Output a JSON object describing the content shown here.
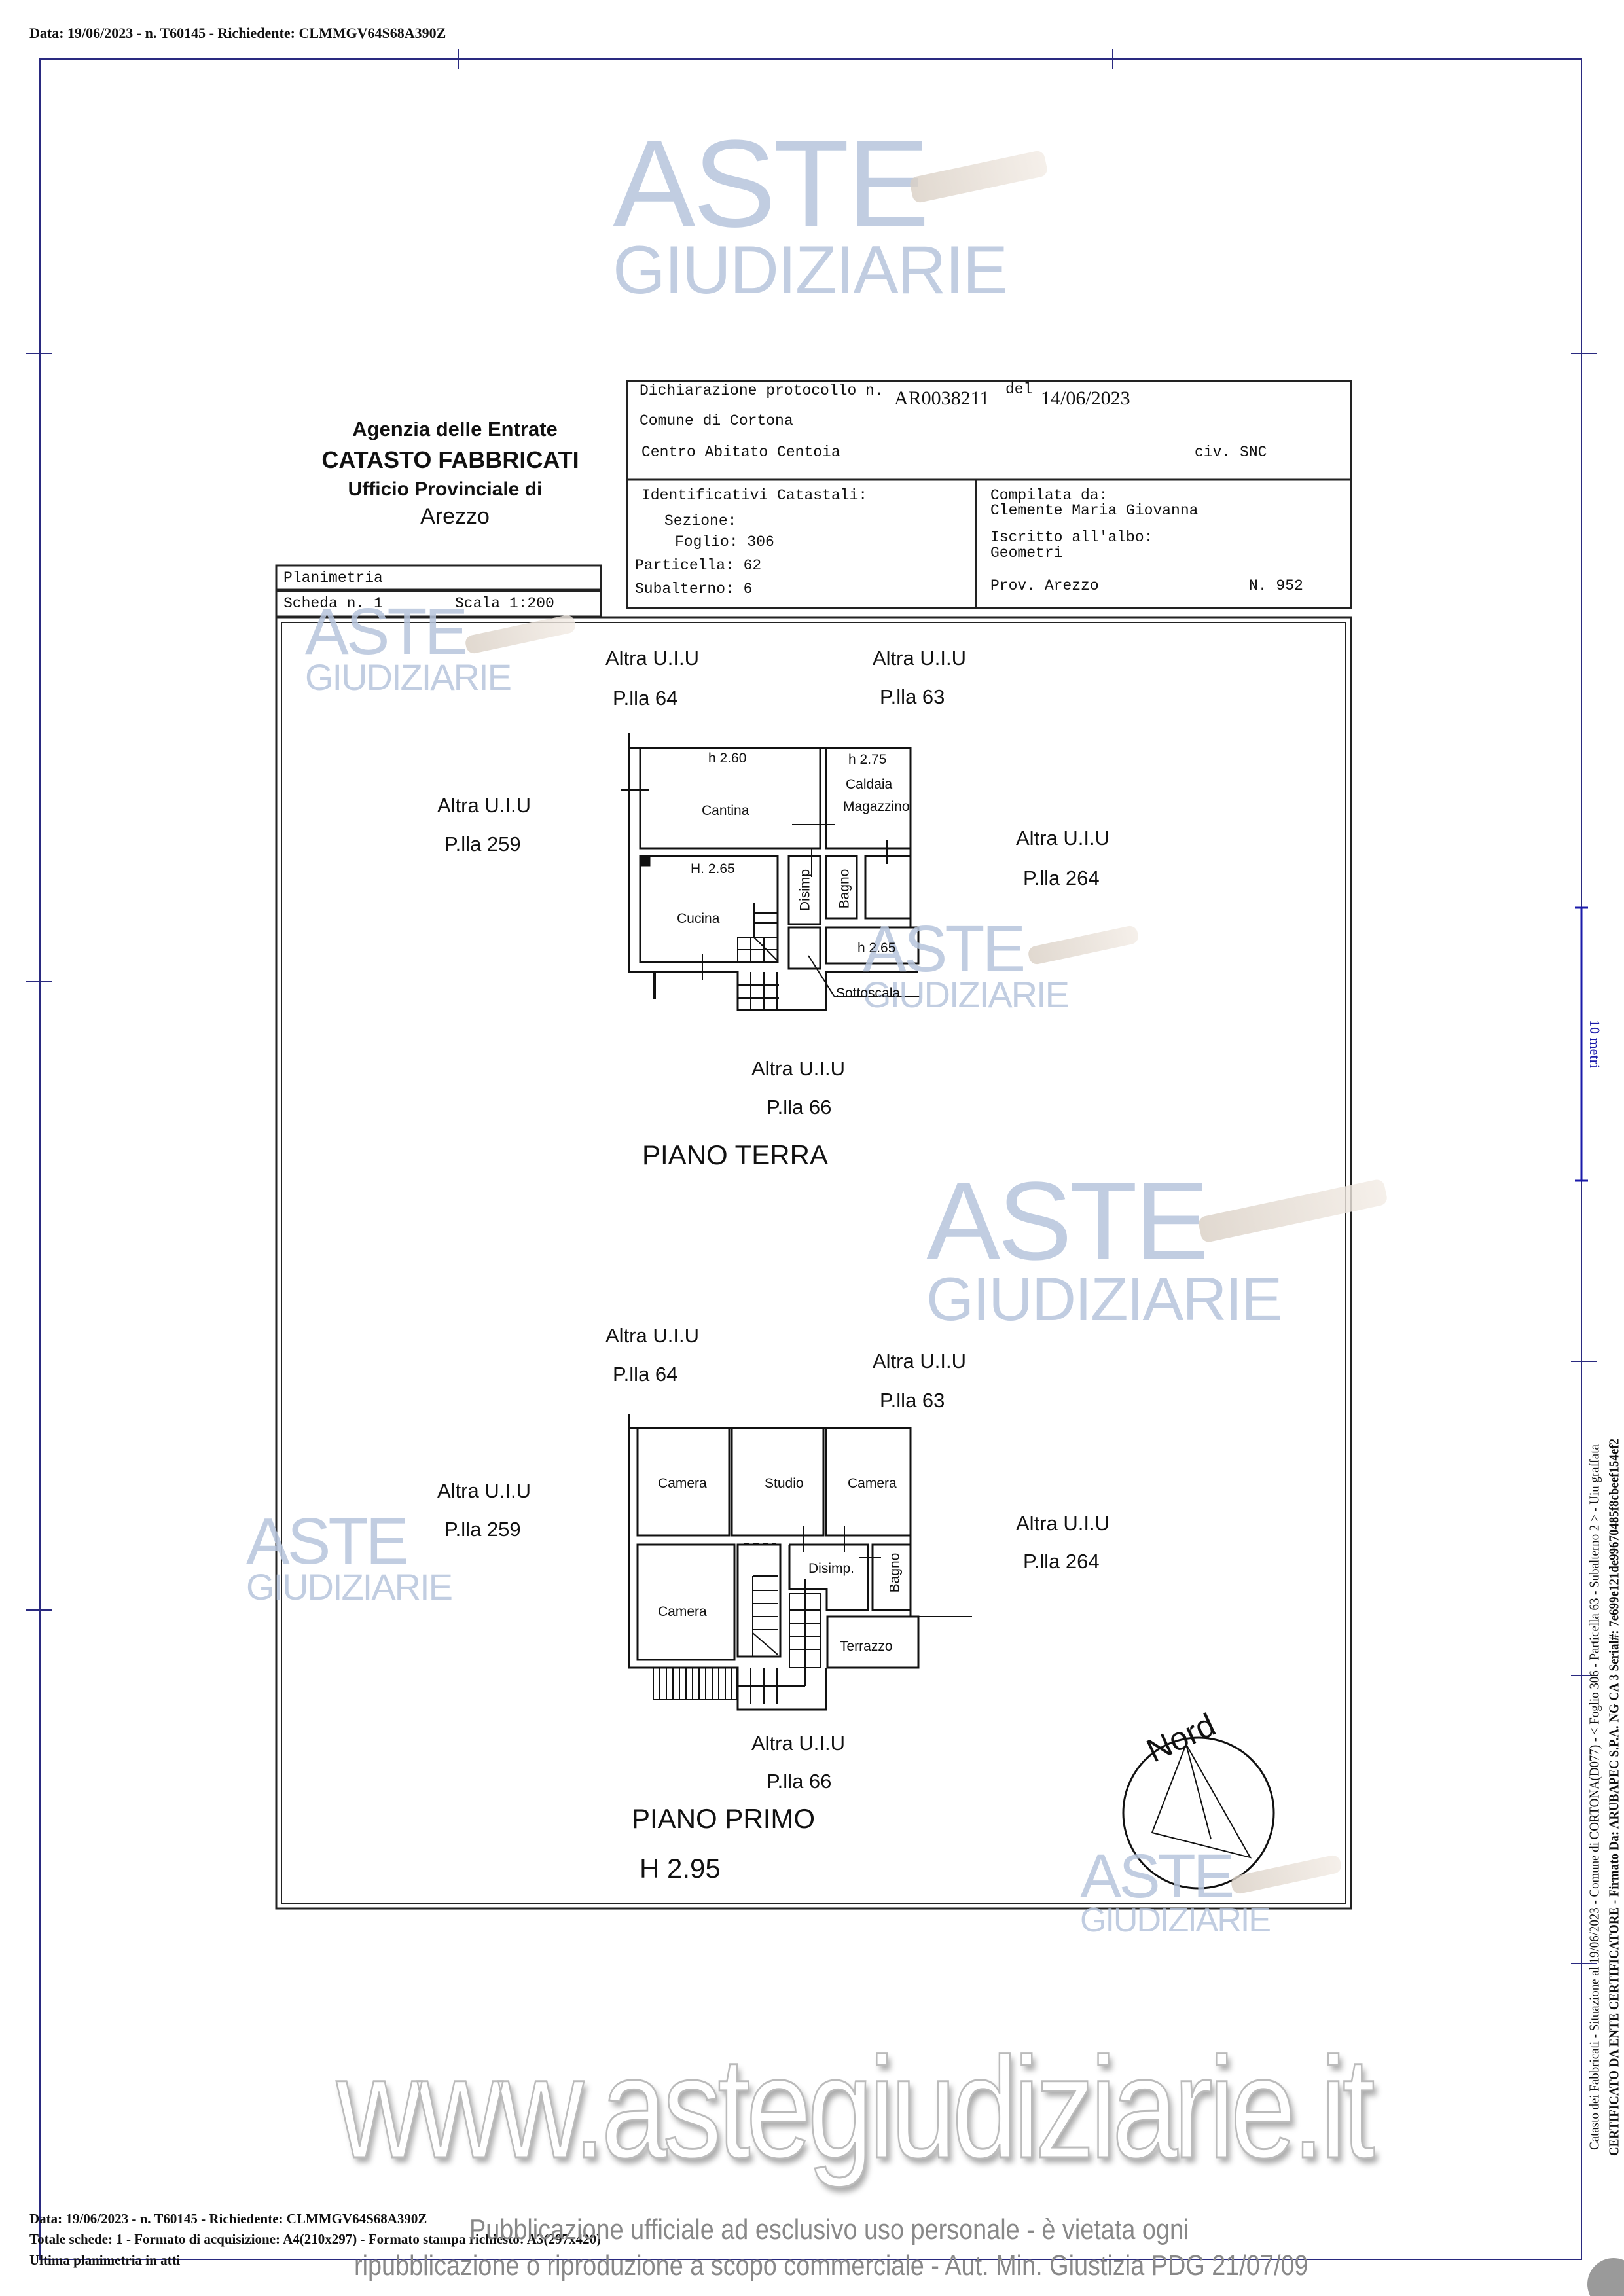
{
  "header_line": "Data: 19/06/2023 - n. T60145 - Richiedente: CLMMGV64S68A390Z",
  "watermark": {
    "aste": "ASTE",
    "giudiziarie": "GIUDIZIARIE",
    "website": "www.astegiudiziarie.it"
  },
  "agency": {
    "name": "Agenzia delle Entrate",
    "dept": "CATASTO FABBRICATI",
    "office": "Ufficio Provinciale di",
    "city": "Arezzo"
  },
  "declaration": {
    "protocol_label": "Dichiarazione protocollo n.",
    "protocol": "AR0038211",
    "del_label": "del",
    "date": "14/06/2023",
    "comune": "Comune di Cortona",
    "address": "Centro Abitato Centoia",
    "civ": "civ. SNC"
  },
  "identifiers": {
    "title": "Identificativi Catastali:",
    "sezione": "Sezione:",
    "foglio": "Foglio: 306",
    "particella": "Particella: 62",
    "subalterno": "Subalterno: 6"
  },
  "compiler": {
    "label": "Compilata da:",
    "name": "Clemente Maria Giovanna",
    "albo_label": "Iscritto all'albo:",
    "albo": "Geometri",
    "prov": "Prov. Arezzo",
    "num": "N. 952"
  },
  "sheet": {
    "type": "Planimetria",
    "scheda": "Scheda n. 1",
    "scala": "Scala 1:200"
  },
  "ground_floor": {
    "neighbors": [
      {
        "a": "Altra U.I.U",
        "b": "P.lla 64"
      },
      {
        "a": "Altra U.I.U",
        "b": "P.lla 63"
      },
      {
        "a": "Altra U.I.U",
        "b": "P.lla 259"
      },
      {
        "a": "Altra U.I.U",
        "b": "P.lla 264"
      },
      {
        "a": "Altra U.I.U",
        "b": "P.lla 66"
      }
    ],
    "rooms": {
      "h1": "h 2.60",
      "cantina": "Cantina",
      "h2": "h 2.75",
      "caldaia": "Caldaia",
      "magazzino": "Magazzino",
      "h3": "H. 2.65",
      "cucina": "Cucina",
      "disimp": "Disimp",
      "bagno": "Bagno",
      "h4": "h 2.65",
      "sottoscala": "Sottoscala"
    },
    "title": "PIANO TERRA"
  },
  "first_floor": {
    "neighbors": [
      {
        "a": "Altra U.I.U",
        "b": "P.lla 64"
      },
      {
        "a": "Altra U.I.U",
        "b": "P.lla 63"
      },
      {
        "a": "Altra U.I.U",
        "b": "P.lla 259"
      },
      {
        "a": "Altra U.I.U",
        "b": "P.lla 264"
      },
      {
        "a": "Altra U.I.U",
        "b": "P.lla 66"
      }
    ],
    "rooms": {
      "camera1": "Camera",
      "studio": "Studio",
      "camera2": "Camera",
      "camera3": "Camera",
      "disimp": "Disimp.",
      "bagno": "Bagno",
      "terrazzo": "Terrazzo"
    },
    "title": "PIANO PRIMO",
    "height": "H 2.95"
  },
  "north": "Nord",
  "scale_bar": "10 metri",
  "side_text": {
    "line1": "Catasto dei Fabbricati - Situazione al 19/06/2023 - Comune di CORTONA(D077) - < Foglio 306 - Particella 63 - Subalterno 2 > - Uiu graffata",
    "line2": "CERTIFICATO DA ENTE CERTIFICATORE - Firmato Da: ARUBAPEC S.P.A. NG CA 3 Serial#: 7e699e121de99670485f8cbeef154ef2"
  },
  "footer": {
    "line1": "Data: 19/06/2023 - n. T60145 - Richiedente: CLMMGV64S68A390Z",
    "line2": "Totale schede: 1 - Formato di acquisizione: A4(210x297) - Formato stampa richiesto: A3(297x420)",
    "line3": "Ultima planimetria in atti",
    "notice1": "Pubblicazione ufficiale ad esclusivo uso personale - è vietata ogni",
    "notice2": "ripubblicazione o riproduzione a scopo commerciale - Aut. Min. Giustizia PDG 21/07/09"
  },
  "colors": {
    "watermark": "#b7c5dc",
    "frame": "#1a1a6e",
    "notice": "#888888"
  }
}
